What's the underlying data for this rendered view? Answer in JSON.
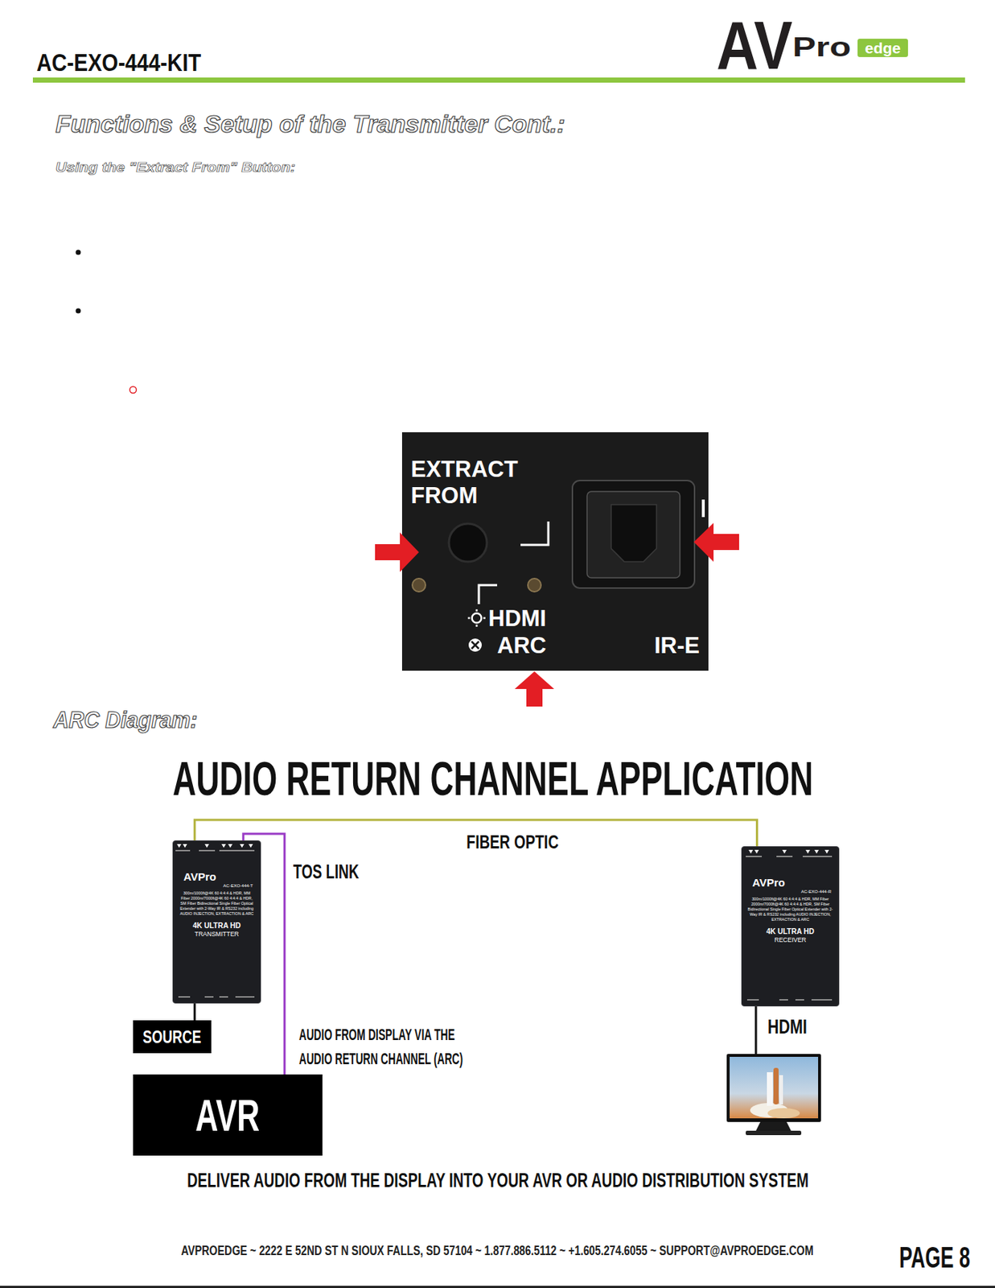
{
  "diagram": {
    "title": "AUDIO RETURN CHANNEL APPLICATION",
    "caption": "DELIVER AUDIO FROM THE DISPLAY INTO YOUR AVR OR AUDIO DISTRIBUTION SYSTEM",
    "nodes": [
      {
        "text": [
          "AVPro",
          "AC-EXO-444-T",
          "300m/1000ft@4K 60 4:4:4 & HDR, MM Fiber 2000m/7000ft@4K 60 4:4:4 & HDR, SM Fiber Bidirectional Single Fiber Optical Extender with 2-Way IR & RS232 including AUDIO INJECTION, EXTRACTION & ARC",
          "4K ULTRA HD",
          "TRANSMITTER"
        ]
      },
      {
        "text": [
          "AVPro",
          "AC-EXO-444-R",
          "300m/1000ft@4K 60 4:4:4 & HDR, MM Fiber 2000m/7000ft@4K 60 4:4:4 & HDR, SM Fiber Bidirectional Single Fiber Optical Extender with 2-Way IR & RS232 including AUDIO INJECTION, EXTRACTION & ARC",
          "4K ULTRA HD",
          "RECEIVER"
        ]
      },
      {
        "text": [
          "SOURCE"
        ]
      },
      {
        "text": [
          "AVR"
        ]
      }
    ],
    "edges": [
      {
        "from": 0,
        "to": 1,
        "label": "FIBER OPTIC",
        "arrow": "none"
      },
      {
        "from": 0,
        "to": 3,
        "label": "TOS LINK",
        "arrow": "none"
      },
      {
        "from": 0,
        "to": 2,
        "arrow": "none"
      }
    ],
    "labels": [
      "AC-EXO-444-KIT",
      "AV",
      "Pro",
      "edge",
      "Functions & Setup of the Transmitter Cont.:",
      "Using the \"Extract From\" Button:",
      "EXTRACT FROM",
      "HDMI",
      "ARC",
      "IR-E",
      "ARC Diagram:",
      "AUDIO FROM DISPLAY VIA THE AUDIO RETURN CHANNEL (ARC)",
      "HDMI",
      "AVPROEDGE ~ 2222 E 52ND ST N SIOUX FALLS, SD 57104 ~ 1.877.886.5112 ~ +1.605.274.6055 ~ SUPPORT@AVPROEDGE.COM",
      "PAGE 8"
    ]
  }
}
